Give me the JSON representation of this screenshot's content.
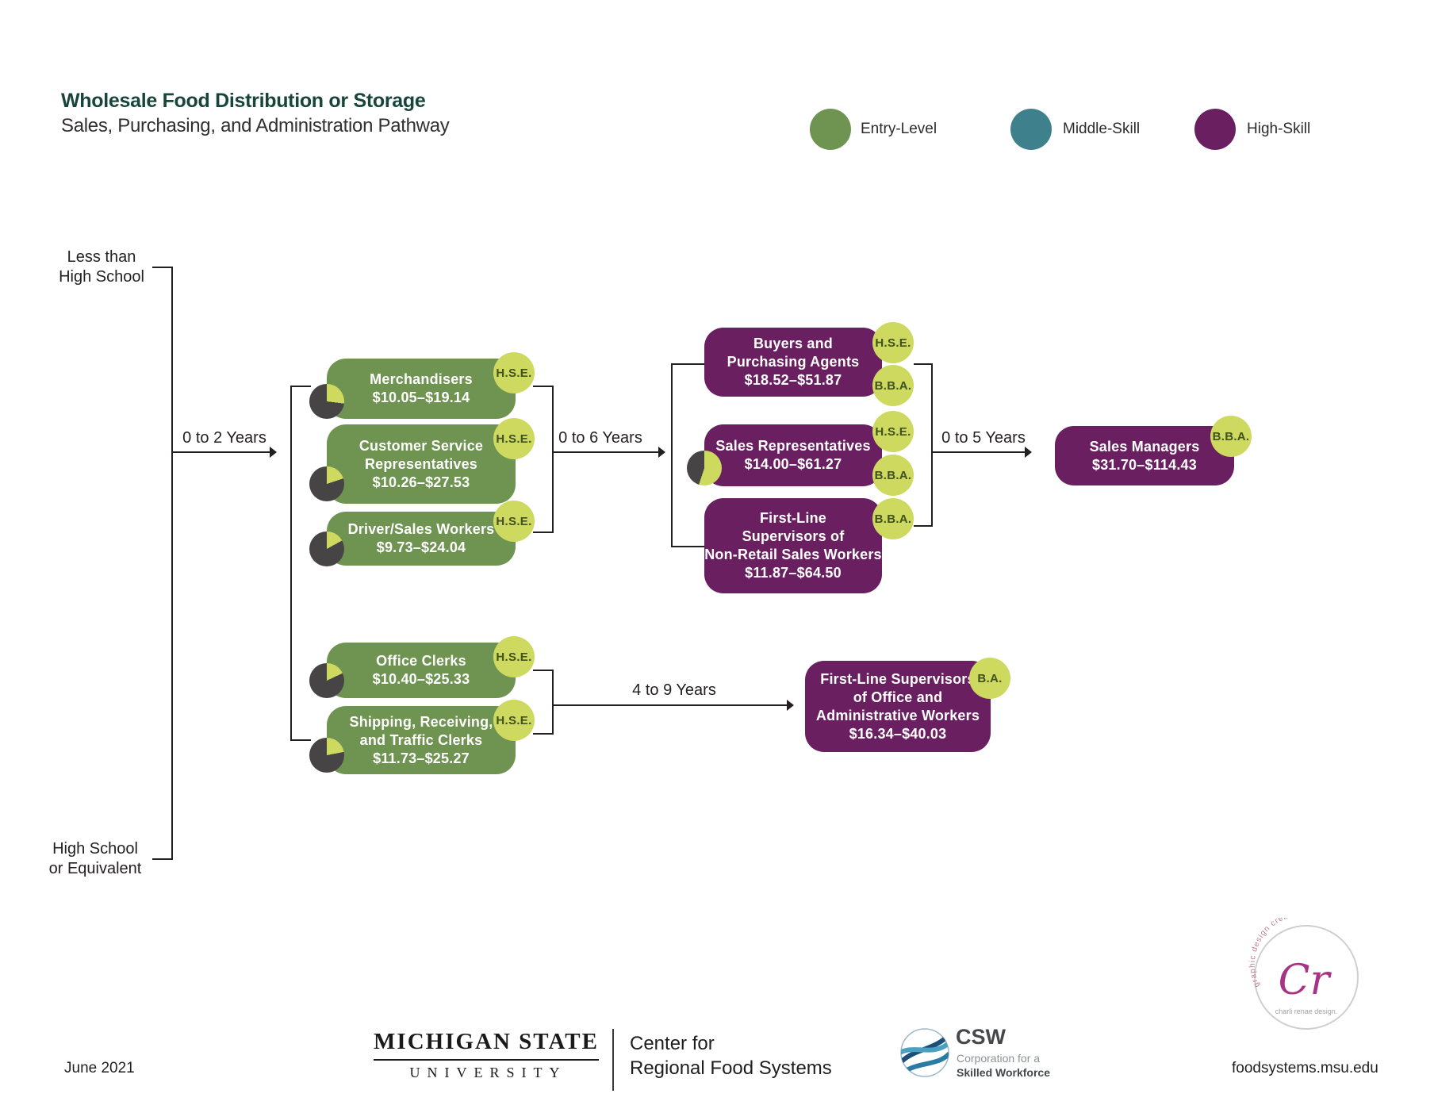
{
  "title": "Wholesale Food Distribution or Storage",
  "subtitle": "Sales, Purchasing, and Administration Pathway",
  "colors": {
    "entry_green": "#6f9452",
    "middle_teal": "#3e818d",
    "high_purple": "#6a2060",
    "badge_yellow": "#cdd95f",
    "pie_dark": "#474445",
    "title_green": "#18453b",
    "line_black": "#231f20"
  },
  "legend": [
    {
      "label": "Entry-Level"
    },
    {
      "label": "Middle-Skill"
    },
    {
      "label": "High-Skill"
    }
  ],
  "education_axis": {
    "top_label": "Less than\nHigh School",
    "bottom_label": "High School\nor Equivalent"
  },
  "transitions": {
    "t1": "0 to 2 Years",
    "t2": "0 to 6 Years",
    "t3": "0 to 5 Years",
    "t4": "4 to 9 Years"
  },
  "jobs": [
    {
      "name": "Merchandisers",
      "wage": "$10.05–$19.14",
      "level": "entry",
      "badges": [
        "H.S.E."
      ],
      "pie_pct": 27
    },
    {
      "name": "Customer Service\nRepresentatives",
      "wage": "$10.26–$27.53",
      "level": "entry",
      "badges": [
        "H.S.E."
      ],
      "pie_pct": 20
    },
    {
      "name": "Driver/Sales Workers",
      "wage": "$9.73–$24.04",
      "level": "entry",
      "badges": [
        "H.S.E."
      ],
      "pie_pct": 17
    },
    {
      "name": "Office Clerks",
      "wage": "$10.40–$25.33",
      "level": "entry",
      "badges": [
        "H.S.E."
      ],
      "pie_pct": 18
    },
    {
      "name": "Shipping, Receiving,\nand Traffic Clerks",
      "wage": "$11.73–$25.27",
      "level": "entry",
      "badges": [
        "H.S.E."
      ],
      "pie_pct": 22
    },
    {
      "name": "Buyers and\nPurchasing Agents",
      "wage": "$18.52–$51.87",
      "level": "high",
      "badges": [
        "H.S.E.",
        "B.B.A."
      ]
    },
    {
      "name": "Sales Representatives",
      "wage": "$14.00–$61.27",
      "level": "high",
      "badges": [
        "H.S.E.",
        "B.B.A."
      ],
      "pie_pct": 55
    },
    {
      "name": "First-Line\nSupervisors of\nNon-Retail Sales Workers",
      "wage": "$11.87–$64.50",
      "level": "high",
      "badges": [
        "B.B.A."
      ]
    },
    {
      "name": "Sales Managers",
      "wage": "$31.70–$114.43",
      "level": "high",
      "badges": [
        "B.B.A."
      ]
    },
    {
      "name": "First-Line Supervisors\nof Office and\nAdministrative Workers",
      "wage": "$16.34–$40.03",
      "level": "high",
      "badges": [
        "B.A."
      ]
    }
  ],
  "footer": {
    "date": "June 2021",
    "msu_name": "MICHIGAN STATE",
    "msu_sub": "UNIVERSITY",
    "crfs": "Center for\nRegional Food Systems",
    "csw_acronym": "CSW",
    "csw_tagline_light": "Corporation for a",
    "csw_tagline_bold": "Skilled Workforce",
    "site": "foodsystems.msu.edu"
  },
  "design_credit": {
    "arc_text": "graphic design created by",
    "monogram": "Cr",
    "name": "charli renae design."
  }
}
